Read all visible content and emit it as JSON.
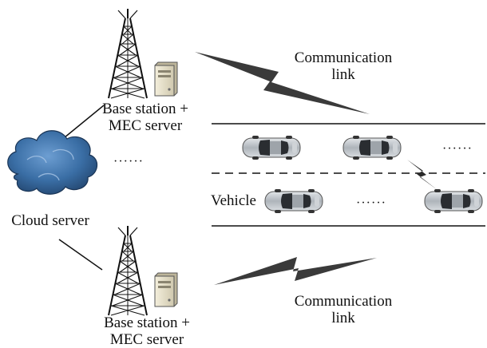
{
  "top_base_station": {
    "line1": "Base station +",
    "line2": "MEC server"
  },
  "bottom_base_station": {
    "line1": "Base station +",
    "line2": "MEC server"
  },
  "top_link": {
    "line1": "Communication",
    "line2": "link"
  },
  "bottom_link": {
    "line1": "Communication",
    "line2": "link"
  },
  "cloud": {
    "label": "Cloud server"
  },
  "vehicle_label": "Vehicle",
  "ellipsis_middle": "······",
  "ellipsis_lane1": "······",
  "ellipsis_lane2": "······",
  "colors": {
    "cloud": "#2f5d8e",
    "car_body": "#b9bec4",
    "bolt": "#3a3a3a"
  }
}
